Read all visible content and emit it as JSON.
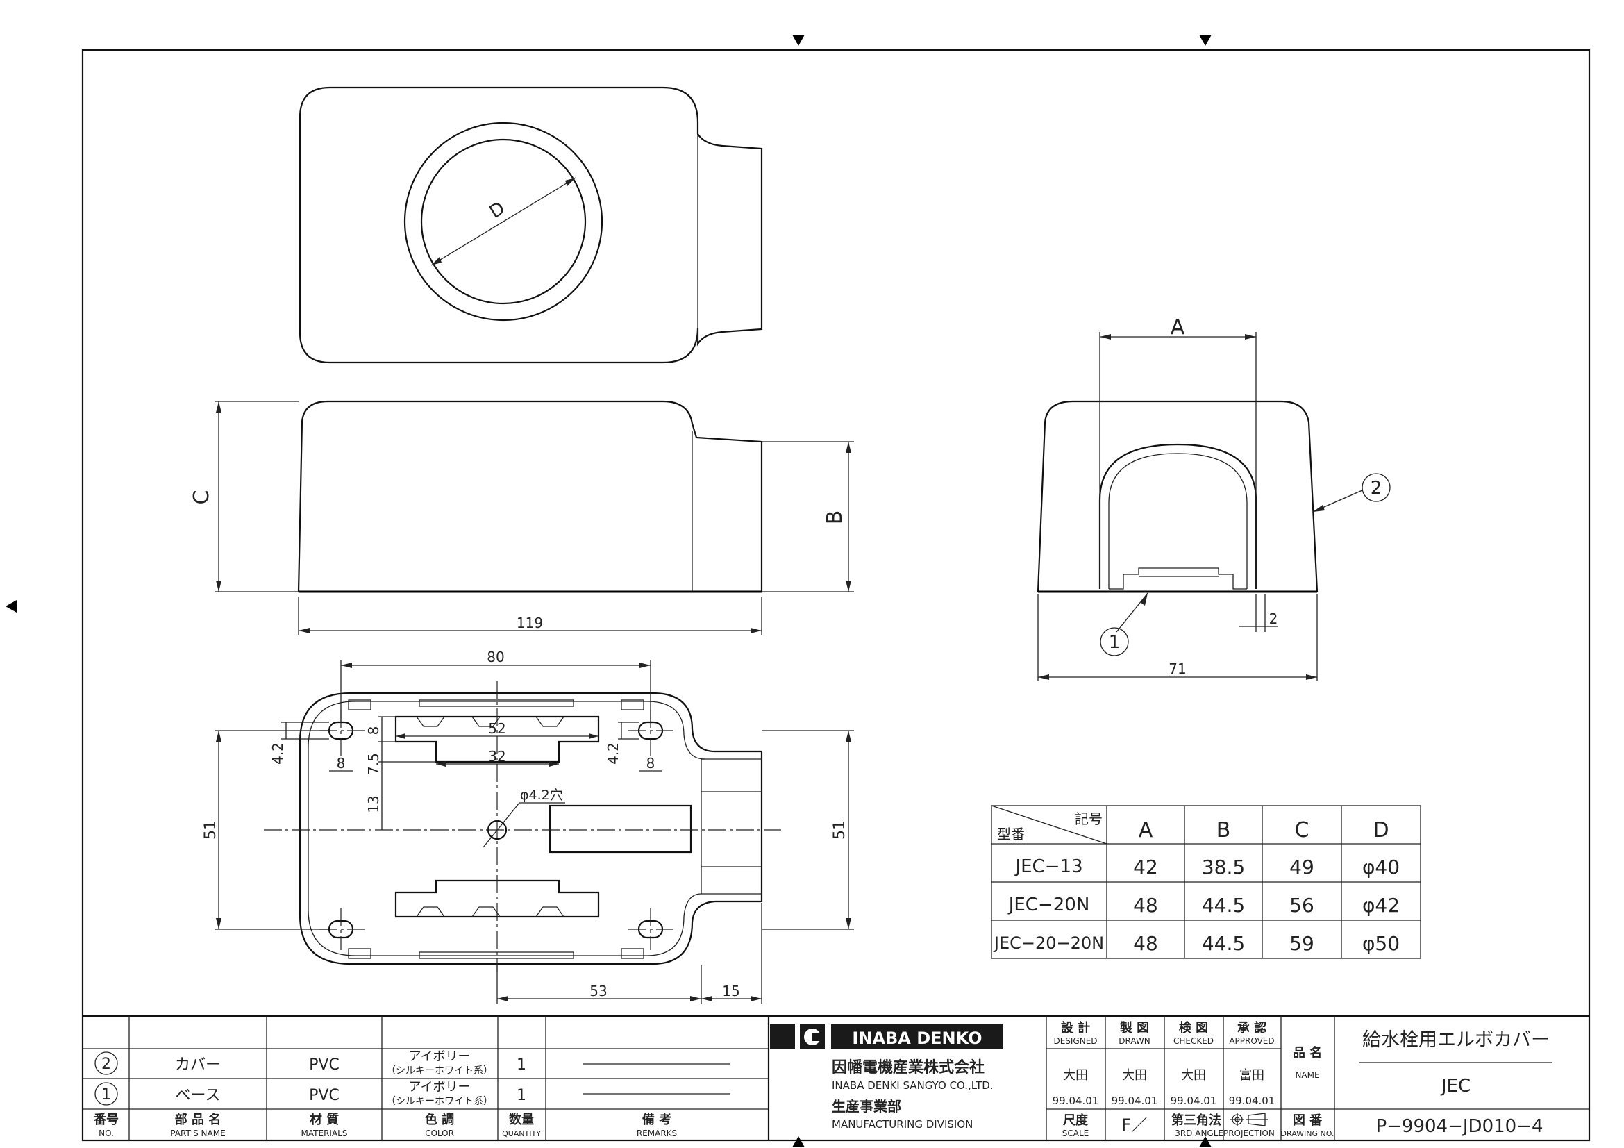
{
  "dimensions": {
    "top_view_D": "D",
    "front_C": "C",
    "front_B": "B",
    "width_119": "119",
    "side_A": "A",
    "side_71": "71",
    "side_2": "2",
    "bottom_80": "80",
    "bottom_52": "52",
    "bottom_32": "32",
    "bottom_8a": "8",
    "bottom_8b": "8",
    "bottom_8c": "8",
    "bottom_4_2a": "4.2",
    "bottom_4_2b": "4.2",
    "bottom_7_5": "7.5",
    "bottom_13": "13",
    "bottom_51a": "51",
    "bottom_51b": "51",
    "bottom_53": "53",
    "bottom_15": "15",
    "hole": "φ4.2穴"
  },
  "balloons": {
    "part1": "1",
    "part2": "2"
  },
  "spec_table": {
    "header_symbol": "記号",
    "header_model": "型番",
    "columns": [
      "A",
      "B",
      "C",
      "D"
    ],
    "rows": [
      {
        "model": "JEC−13",
        "values": [
          "42",
          "38.5",
          "49",
          "φ40"
        ]
      },
      {
        "model": "JEC−20N",
        "values": [
          "48",
          "44.5",
          "56",
          "φ42"
        ]
      },
      {
        "model": "JEC−20−20N",
        "values": [
          "48",
          "44.5",
          "59",
          "φ50"
        ]
      }
    ]
  },
  "parts_list": {
    "rows": [
      {
        "no": "2",
        "name": "カバー",
        "material": "PVC",
        "color_line1": "アイボリー",
        "color_line2": "（シルキーホワイト系）",
        "qty": "1"
      },
      {
        "no": "1",
        "name": "ベース",
        "material": "PVC",
        "color_line1": "アイボリー",
        "color_line2": "（シルキーホワイト系）",
        "qty": "1"
      }
    ],
    "headers": {
      "no_jp": "番号",
      "no_en": "NO.",
      "name_jp": "部 品 名",
      "name_en": "PART'S NAME",
      "material_jp": "材 質",
      "material_en": "MATERIALS",
      "color_jp": "色 調",
      "color_en": "COLOR",
      "qty_jp": "数量",
      "qty_en": "QUANTITY",
      "remarks_jp": "備 考",
      "remarks_en": "REMARKS"
    }
  },
  "title_block": {
    "logo_text": "INABA DENKO",
    "company_jp": "因幡電機産業株式会社",
    "company_en": "INABA DENKI SANGYO CO.,LTD.",
    "division_jp": "生産事業部",
    "division_en": "MANUFACTURING DIVISION",
    "designed_jp": "設 計",
    "designed_en": "DESIGNED",
    "drawn_jp": "製 図",
    "drawn_en": "DRAWN",
    "checked_jp": "検 図",
    "checked_en": "CHECKED",
    "approved_jp": "承 認",
    "approved_en": "APPROVED",
    "designed_name": "大田",
    "drawn_name": "大田",
    "checked_name": "大田",
    "approved_name": "富田",
    "designed_date": "99.04.01",
    "drawn_date": "99.04.01",
    "checked_date": "99.04.01",
    "approved_date": "99.04.01",
    "scale_jp": "尺度",
    "scale_en": "SCALE",
    "scale_value": "F／",
    "projection_jp": "第三角法",
    "projection_en": "3RD ANGLEPROJECTION",
    "name_jp": "品 名",
    "name_en": "NAME",
    "product_name": "給水栓用エルボカバー",
    "product_code": "JEC",
    "drawing_no_jp": "図 番",
    "drawing_no_en": "DRAWING NO.",
    "drawing_no": "P−9904−JD010−4"
  },
  "colors": {
    "line": "#111111",
    "logo_bg": "#1a1a1a",
    "background": "#ffffff"
  }
}
